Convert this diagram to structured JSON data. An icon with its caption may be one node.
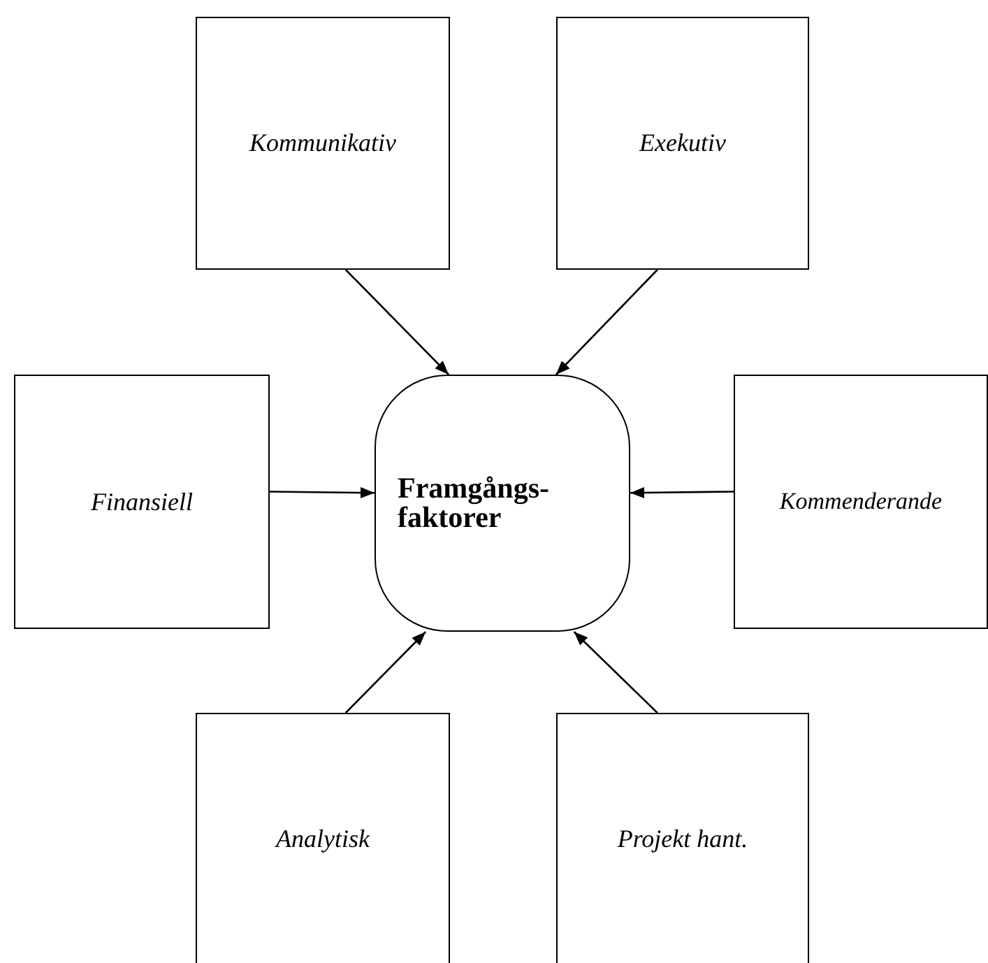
{
  "diagram": {
    "nodes": [
      {
        "text": [
          "Kommunikativ"
        ]
      },
      {
        "text": [
          "Exekutiv"
        ]
      },
      {
        "text": [
          "Finansiell"
        ]
      },
      {
        "text": [
          "Framgångs- faktorer"
        ]
      },
      {
        "text": [
          "Kommenderande"
        ]
      },
      {
        "text": [
          "Analytisk"
        ]
      },
      {
        "text": [
          "Projekt hant."
        ]
      }
    ],
    "edges": [
      {
        "from": 0,
        "to": 3,
        "arrow": "to"
      },
      {
        "from": 1,
        "to": 3,
        "arrow": "to"
      },
      {
        "from": 2,
        "to": 3,
        "arrow": "to"
      },
      {
        "from": 4,
        "to": 3,
        "arrow": "to"
      },
      {
        "from": 5,
        "to": 3,
        "arrow": "to"
      },
      {
        "from": 6,
        "to": 3,
        "arrow": "to"
      }
    ]
  }
}
